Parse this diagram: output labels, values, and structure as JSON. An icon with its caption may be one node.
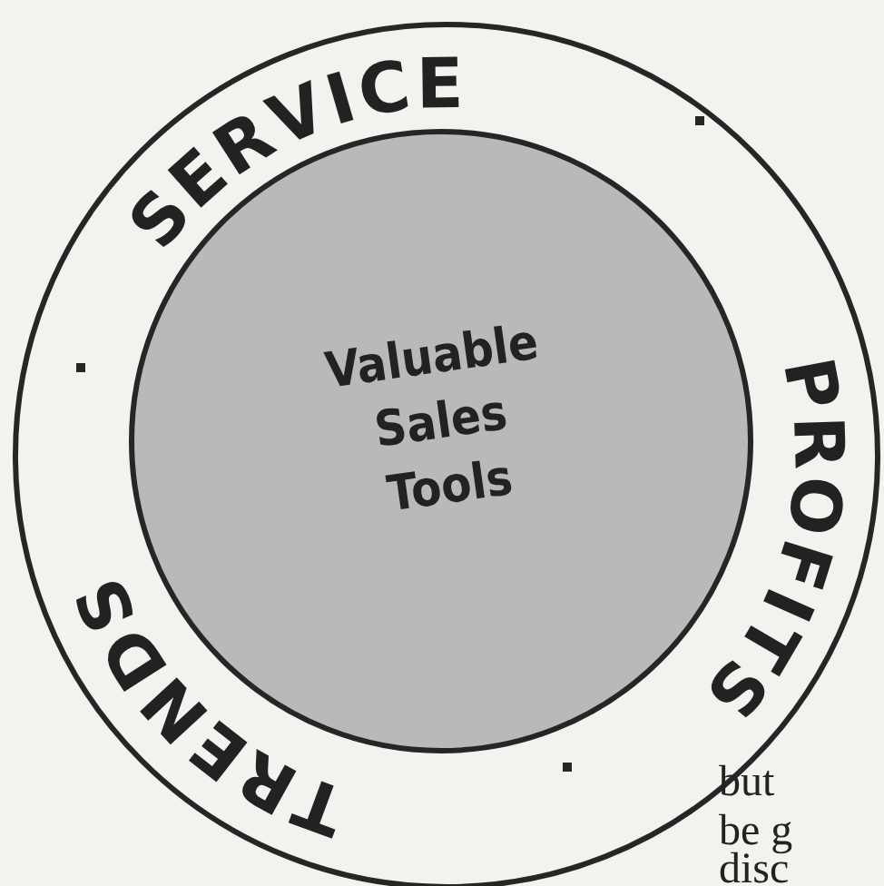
{
  "diagram": {
    "nodes": [
      {
        "text": [
          "SERVICE",
          "PROFITS",
          "TRENDS"
        ]
      },
      {
        "text": [
          "Valuable Sales Tools"
        ],
        "in": 0
      }
    ],
    "labels": [
      "but",
      "be g",
      "disc"
    ]
  }
}
